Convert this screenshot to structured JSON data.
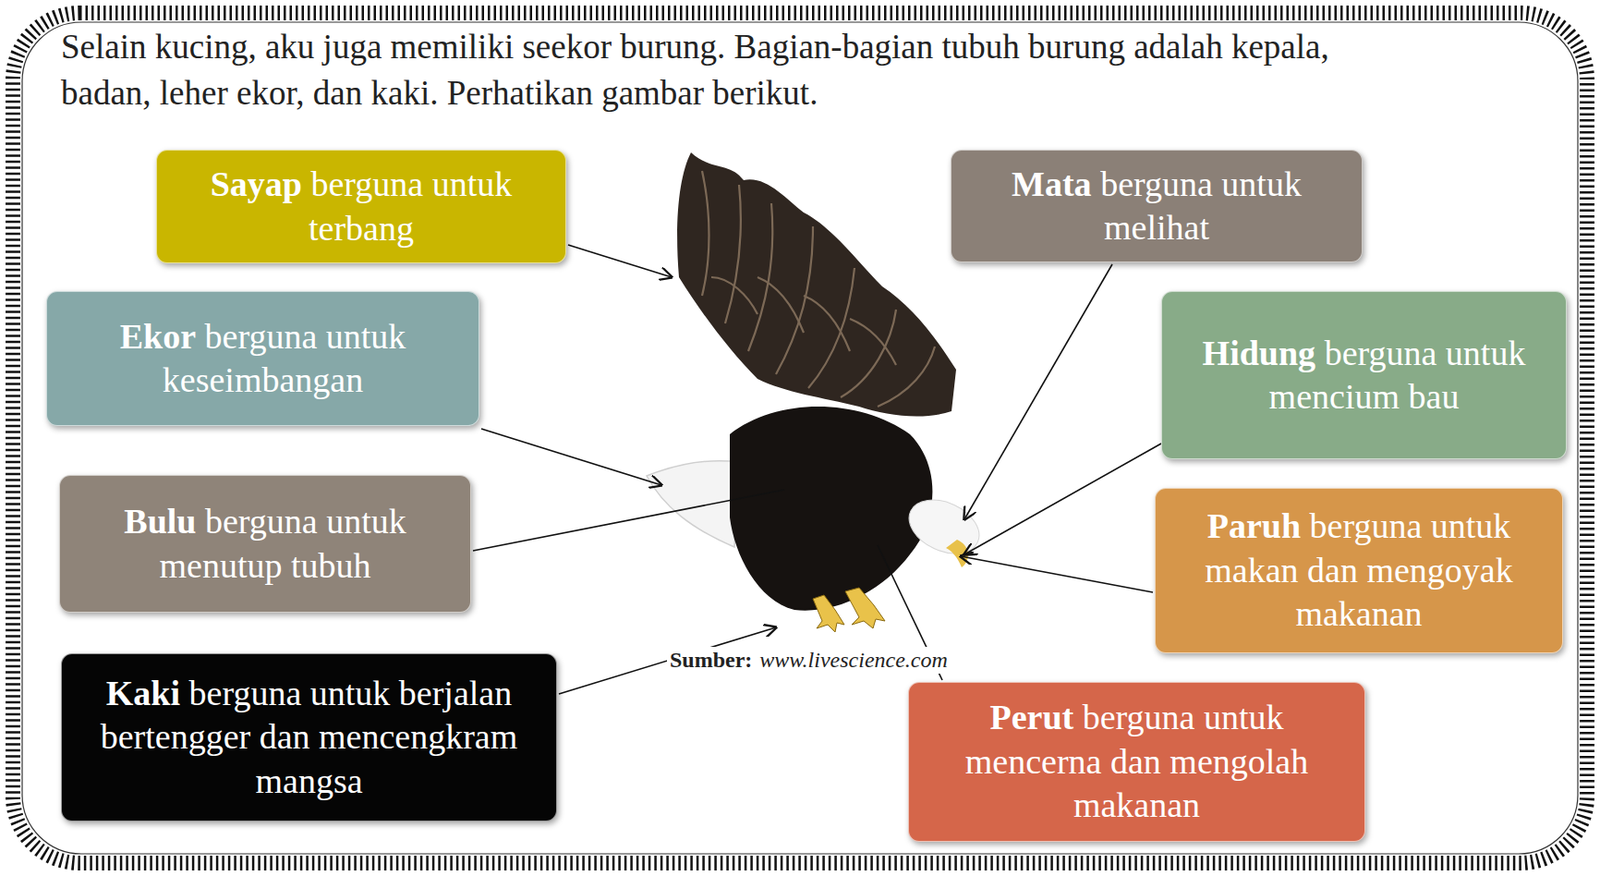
{
  "diagram": {
    "nodes": [
      {
        "text": [
          "Sayap",
          "berguna untuk terbang"
        ]
      },
      {
        "text": [
          "Mata",
          "berguna untuk melihat"
        ]
      },
      {
        "text": [
          "Ekor",
          "berguna untuk keseimbangan"
        ]
      },
      {
        "text": [
          "Hidung",
          "berguna untuk mencium bau"
        ]
      },
      {
        "text": [
          "Bulu",
          "berguna untuk menutup tubuh"
        ]
      },
      {
        "text": [
          "Paruh",
          "berguna untuk makan dan mengoyak makanan"
        ]
      },
      {
        "text": [
          "Kaki",
          "berguna untuk berjalan bertengger dan mencengkram mangsa"
        ]
      },
      {
        "text": [
          "Perut",
          "berguna untuk mencerna dan mengolah makanan"
        ]
      }
    ],
    "labels": [
      "Selain kucing, aku juga memiliki seekor burung. Bagian-bagian tubuh burung adalah kepala, badan, leher ekor, dan kaki. Perhatikan gambar berikut.",
      "Sumber:",
      "www.livescience.com"
    ]
  }
}
